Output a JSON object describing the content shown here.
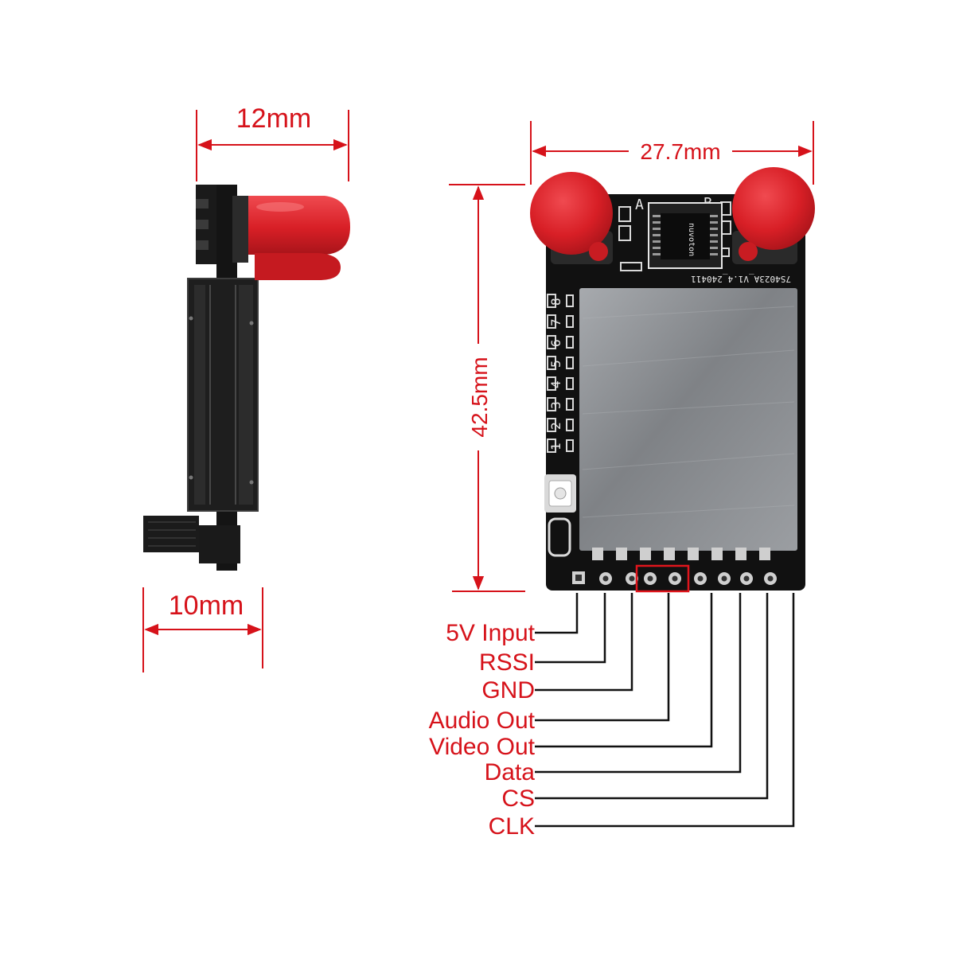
{
  "dimensions": {
    "side_width": "12mm",
    "side_thickness": "10mm",
    "board_width": "27.7mm",
    "board_height": "42.5mm"
  },
  "silkscreen": {
    "connector_a": "A",
    "connector_b": "B",
    "chip_marking": "nuvoton",
    "board_code": "7S4023A_V1.4_240411",
    "channel_leds": [
      "1",
      "2",
      "3",
      "4",
      "5",
      "6",
      "7",
      "8"
    ]
  },
  "pins": [
    {
      "label": "5V Input"
    },
    {
      "label": "RSSI"
    },
    {
      "label": "GND"
    },
    {
      "label": "Audio Out"
    },
    {
      "label": "Video Out"
    },
    {
      "label": "Data"
    },
    {
      "label": "CS"
    },
    {
      "label": "CLK"
    }
  ],
  "colors": {
    "annotation": "#d6121a",
    "pcb": "#111111",
    "shield": "#8d9094",
    "antenna_cap": "#d81f26"
  }
}
